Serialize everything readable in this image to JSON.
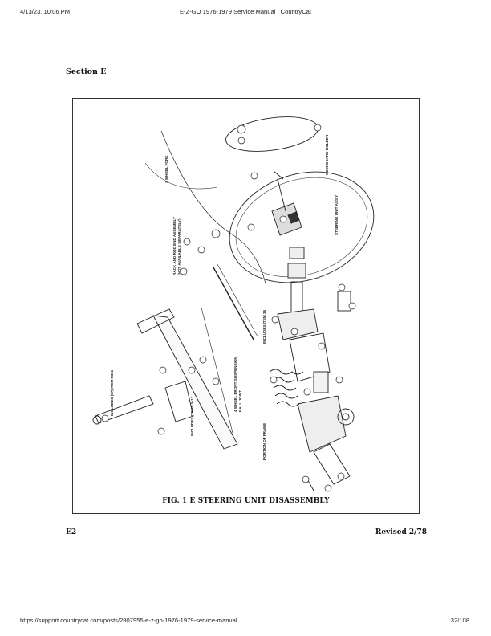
{
  "browser": {
    "datetime": "4/13/23, 10:06 PM",
    "page_title": "E-Z-GO 1976-1979 Service Manual | CountryCat",
    "url": "https://support.countrycat.com/posts/2807955-e-z-go-1976-1979-service-manual",
    "page_count": "32/108"
  },
  "document": {
    "section": "Section E",
    "caption": "FIG. 1 E    STEERING UNIT DISASSEMBLY",
    "page_code": "E2",
    "revised": "Revised 2/78"
  },
  "figure_labels": {
    "wheel_fork": "3 WHEEL FORK",
    "rack_assembly": "RACK AND ROD END ASSEMBLY",
    "rack_note": "(NOT AVAILABLE SEPARATELY)",
    "includes_36": "INCLUDES ITEM 36",
    "steering_unit": "STEERING UNIT ASS'Y",
    "scorecard": "SCORECARD HOLDER",
    "front_suspension": "4 WHEEL FRONT SUSPENSION",
    "ball_joint": "BALL JOINT",
    "portion_frame": "PORTION OF FRAME",
    "includes_57": "INCLUDES (57) ITEM NO.1",
    "includes_5": "INCLUDES ITEMS 5-17"
  }
}
